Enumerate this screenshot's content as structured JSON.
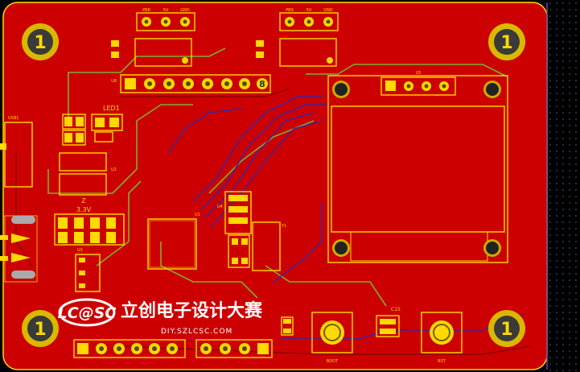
{
  "board": {
    "fill": "#cc0000",
    "border": "#ffd900",
    "mount_hole_label": "1",
    "silkscreen_color": "#ffd900"
  },
  "headers": {
    "top_left_pins": [
      "PB8",
      "5V",
      "GND"
    ],
    "top_right_pins": [
      "PB9",
      "5V",
      "GND"
    ],
    "u8_label": "U8",
    "u8_marker": "8"
  },
  "components": {
    "led1": "LED1",
    "regulator_value": "3.3V",
    "regulator_ref": "Z",
    "oled_ref": "U5",
    "crystal_ref": "Y1",
    "cap_c15": "C15",
    "button_boot": "BOOT",
    "button_rst": "RST",
    "usb_ref": "USB1",
    "u1": "U1",
    "u2": "U2",
    "u3": "U3",
    "u4": "U4"
  },
  "branding": {
    "logo_text": "LC@SC",
    "title": "立创电子设计大赛",
    "url": "DIY.SZLCSC.COM"
  }
}
